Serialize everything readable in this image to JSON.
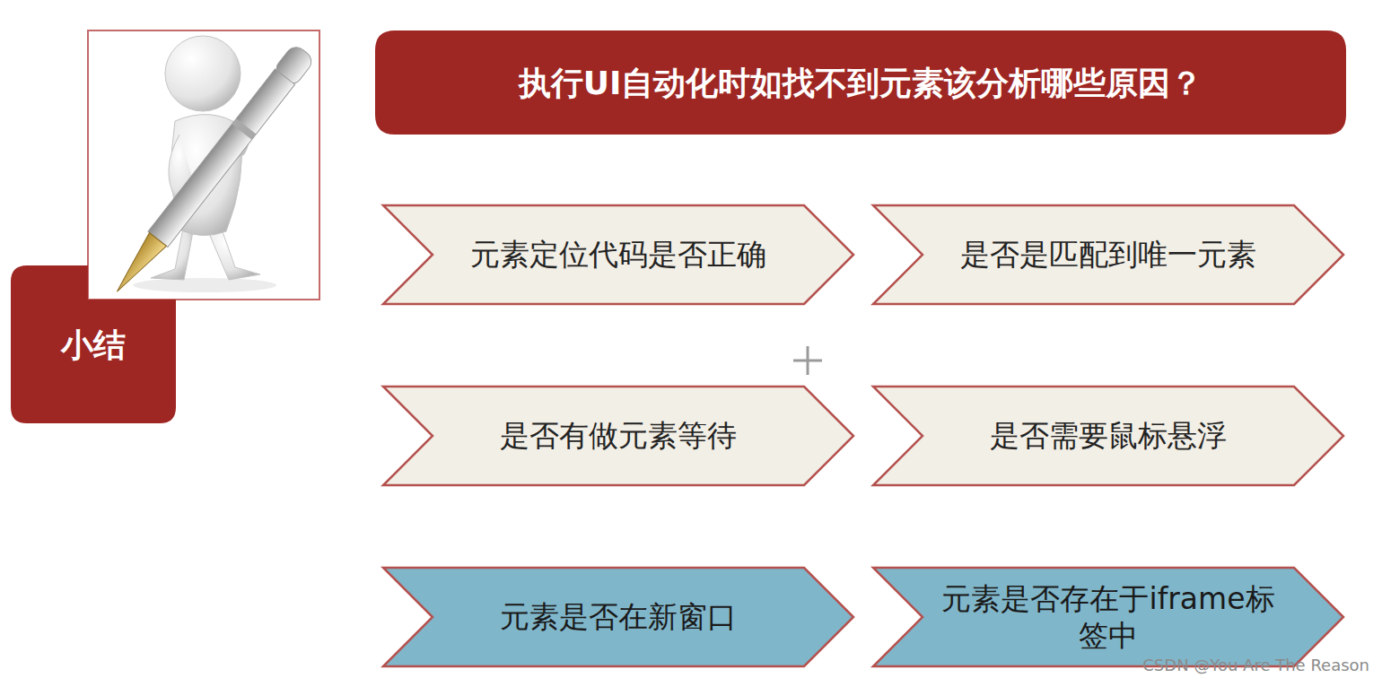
{
  "diagram": {
    "nodes": [
      {
        "text": [
          "小结"
        ]
      },
      {
        "text": [
          "执行UI自动化时如找不到元素该分析哪些原因？"
        ]
      },
      {
        "text": [
          "元素定位代码是否正确"
        ]
      },
      {
        "text": [
          "是否是匹配到唯一元素"
        ]
      },
      {
        "text": [
          "是否有做元素等待"
        ]
      },
      {
        "text": [
          "是否需要鼠标悬浮"
        ]
      },
      {
        "text": [
          "元素是否在新窗口"
        ]
      },
      {
        "text": [
          "元素是否存在于iframe标签中"
        ]
      }
    ],
    "labels": [
      "CSDN @You Are The Reason"
    ]
  }
}
